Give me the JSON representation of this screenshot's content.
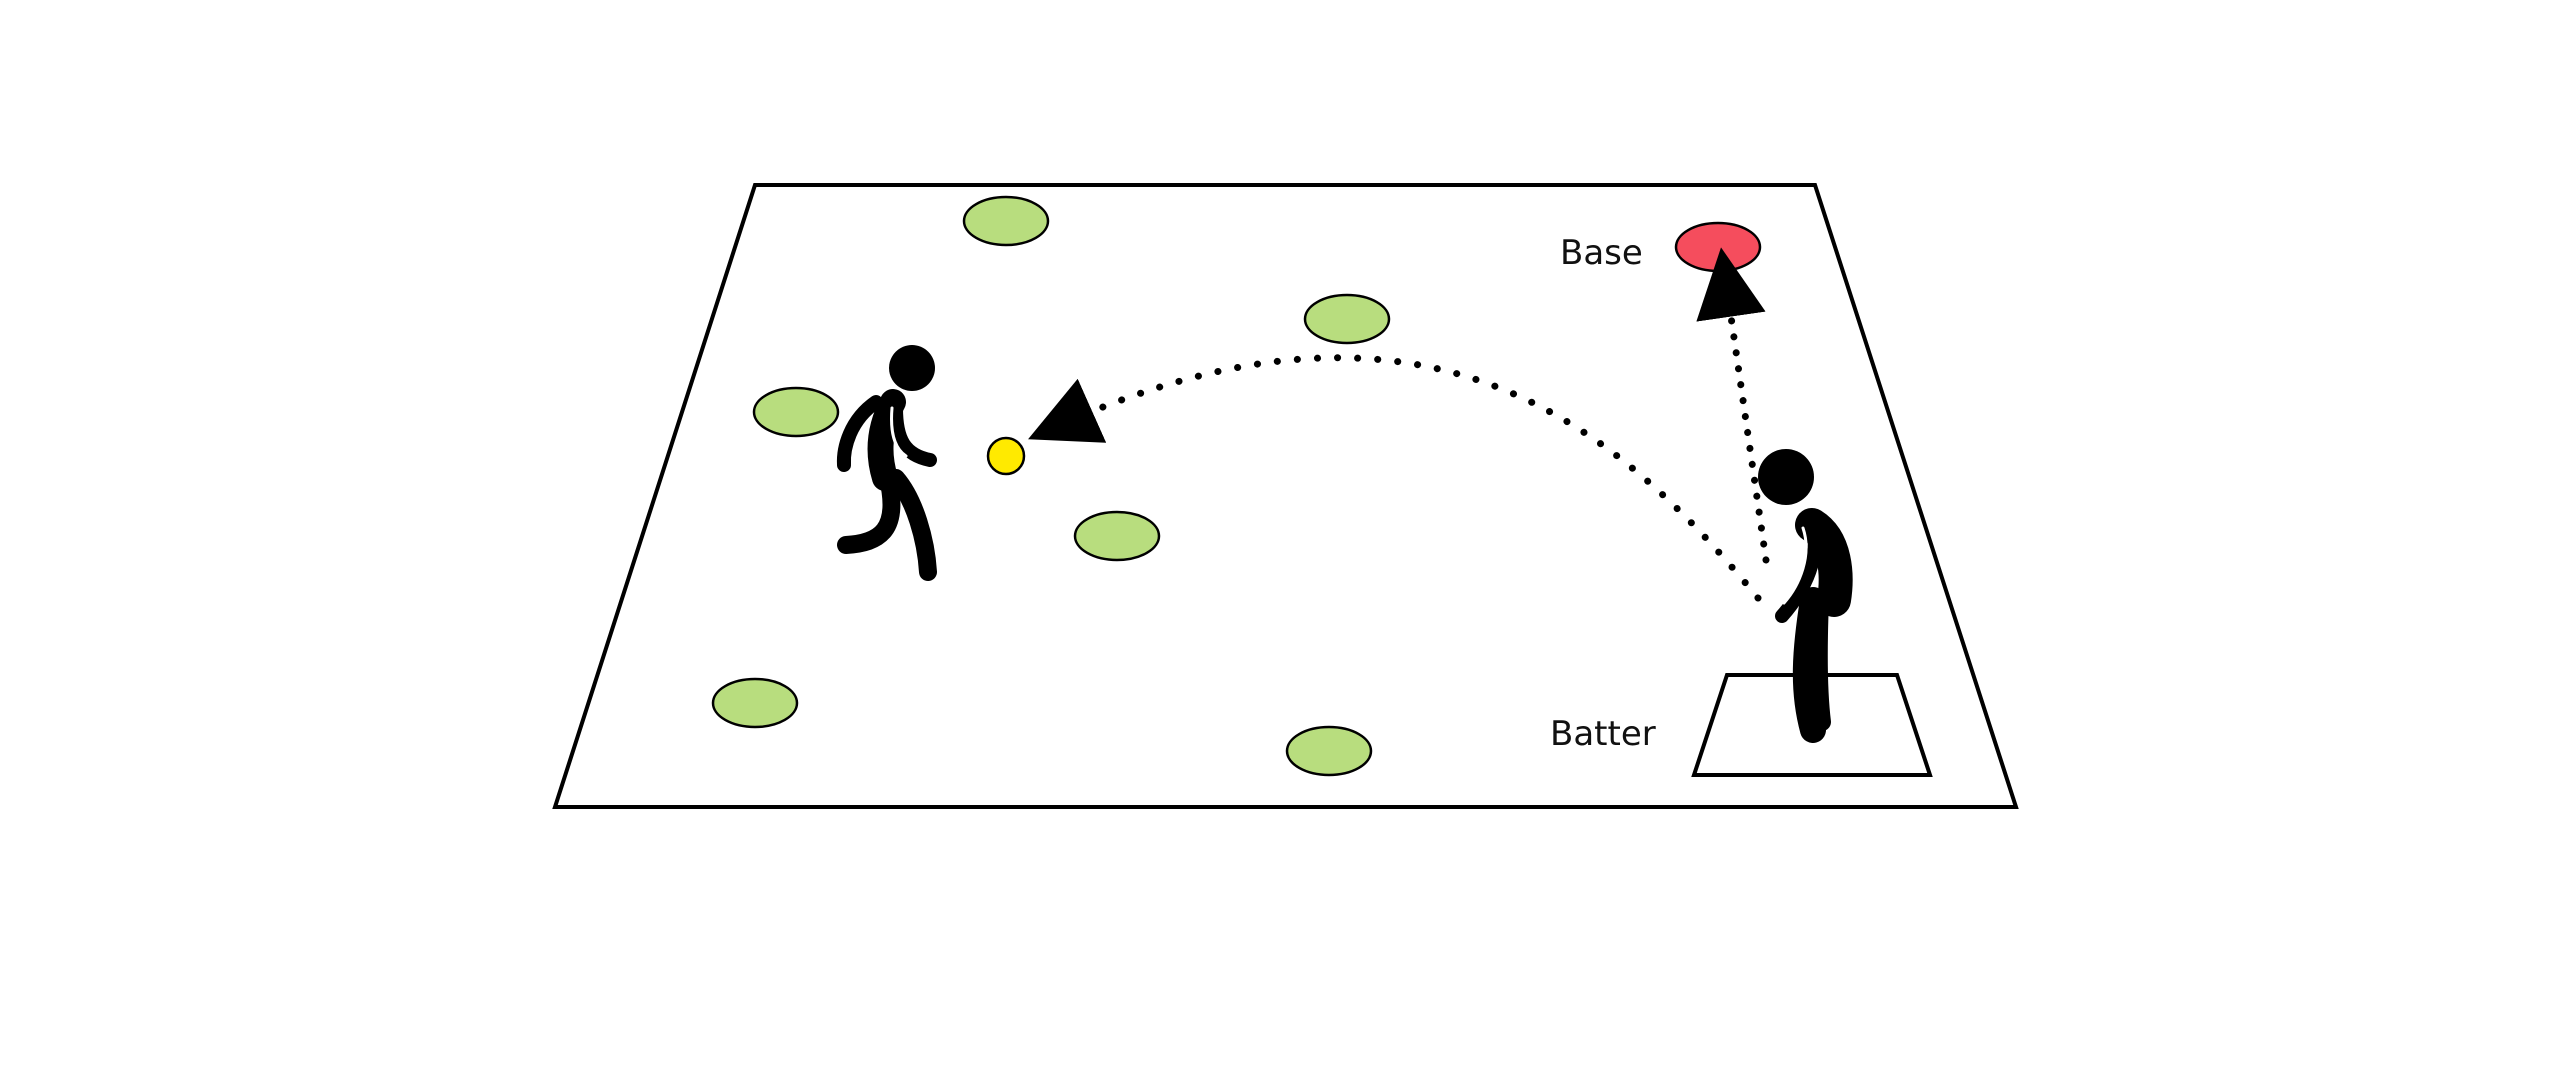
{
  "labels": {
    "base": "Base",
    "batter": "Batter"
  },
  "colors": {
    "field_outline": "#000000",
    "field_fill": "#ffffff",
    "fielder_marker": "#b8dd7e",
    "base_marker": "#f54d5d",
    "ball": "#ffea00",
    "figure": "#000000",
    "trajectory": "#000000"
  },
  "elements": {
    "field": "field-outline",
    "batter_box": "batter-box",
    "fielder_markers_count": 6,
    "figures": [
      "fielder-figure",
      "batter-figure"
    ],
    "paths": [
      "hit-trajectory",
      "run-trajectory"
    ]
  }
}
